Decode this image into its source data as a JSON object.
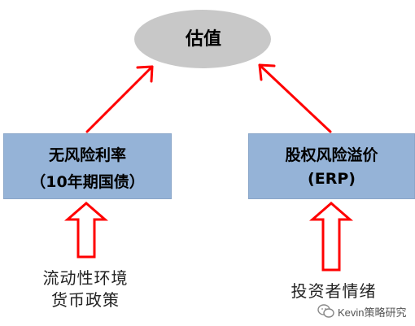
{
  "top_node": {
    "label": "估值"
  },
  "left_box": {
    "line1": "无风险利率",
    "line2": "（10年期国债）"
  },
  "right_box": {
    "line1": "股权风险溢价",
    "line2": "(ERP)"
  },
  "left_driver": {
    "line1": "流动性环境",
    "line2": "货币政策"
  },
  "right_driver": {
    "text": "投资者情绪"
  },
  "watermark": {
    "text": "Kevin策略研究"
  },
  "colors": {
    "ellipse": "#c8c8c8",
    "box": "#95b3d7",
    "arrow": "#ff0000"
  }
}
